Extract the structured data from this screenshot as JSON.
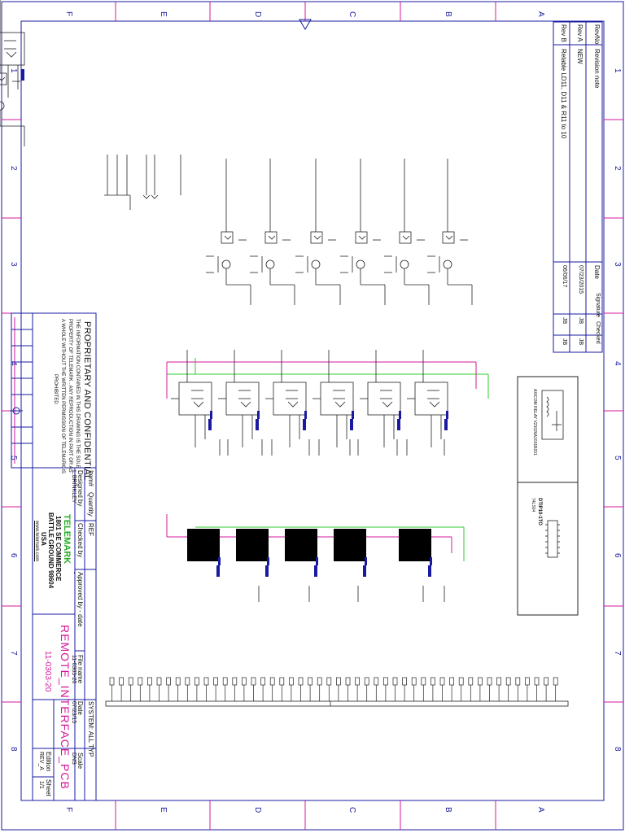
{
  "border": {
    "top_letters": [
      "F",
      "E",
      "D",
      "C",
      "B",
      "A"
    ],
    "bottom_letters": [
      "F",
      "E",
      "D",
      "C",
      "B",
      "A"
    ],
    "left_numbers": [
      "1",
      "2",
      "3",
      "4",
      "5",
      "6",
      "7",
      "8"
    ],
    "right_numbers": [
      "1",
      "2",
      "3",
      "4",
      "5",
      "6",
      "7",
      "8"
    ]
  },
  "revisions": {
    "headers": {
      "rev": "RevNo",
      "note": "Revision note",
      "date": "Date",
      "signature": "Signature",
      "checked": "Checked"
    },
    "rows": [
      {
        "rev": "Rev A",
        "note": "NEW",
        "date": "07/23/2015",
        "signature": "JB",
        "checked": "JB"
      },
      {
        "rev": "Rev B",
        "note": "Relable LD11, D11 & R11 to 10",
        "date": "06/06/17",
        "signature": "JB",
        "checked": "JB"
      }
    ]
  },
  "confidential": {
    "title": "PROPRIETARY AND CONFIDENTIAL",
    "lines": [
      "THE INFORMATION CONTAINED IN THIS DRAWING IS THE SOLE",
      "PROPERTY OF TELEMARK . ANY REPRODUCTION IN PART OR AS",
      "A WHOLE WITHOUT THE WRITTEN PERMISSION OF TELEMARK IS",
      "PROHIBITED"
    ]
  },
  "title_block": {
    "hdr_item": "Item#",
    "hdr_qty": "Quantity",
    "hdr_ref": "REF",
    "designed_by_label": "Designed by",
    "designed_by": "L.BRINKLEY",
    "checked_by_label": "Checked by",
    "approved_label": "Approved by - date",
    "approved": "-",
    "company": "TELEMARK",
    "address1": "1801 SE COMMERCE",
    "address2": "BATTLE GROUND 98604",
    "address3": "USA",
    "website": "www.telemark.com",
    "drawing_title": "REMOTE_INTERFACE_PCB",
    "drawing_number": "11-0303-20",
    "filename_label": "File name",
    "filename": "11-0303-20",
    "date_label": "Date",
    "date": "07/23/15",
    "system_label": "SYSTEM: ALL TYP",
    "scale_label": "Scale",
    "scale": "DNS",
    "edition_label": "Edition",
    "edition": "REV_A",
    "sheet_label": "Sheet",
    "sheet": "1/1"
  },
  "parts": {
    "relay_note": "AXICOM RELAY V23026A1001B201",
    "ic_name": "DTIP10-1TO",
    "ic_note": "74LS04"
  }
}
